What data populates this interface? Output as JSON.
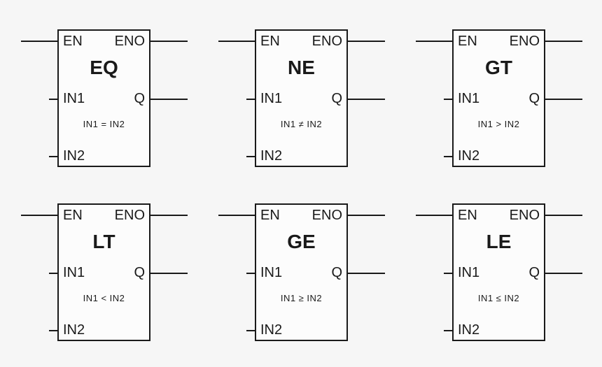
{
  "diagram": {
    "description": "Six IEC 61131-3 comparison function blocks",
    "port_labels": {
      "en": "EN",
      "eno": "ENO",
      "in1": "IN1",
      "q": "Q",
      "in2": "IN2"
    },
    "blocks": [
      {
        "name": "EQ",
        "expression": "IN1 = IN2"
      },
      {
        "name": "NE",
        "expression": "IN1 ≠ IN2"
      },
      {
        "name": "GT",
        "expression": "IN1 > IN2"
      },
      {
        "name": "LT",
        "expression": "IN1 < IN2"
      },
      {
        "name": "GE",
        "expression": "IN1 ≥ IN2"
      },
      {
        "name": "LE",
        "expression": "IN1 ≤ IN2"
      }
    ],
    "colors": {
      "background": "#f6f6f6",
      "block_fill": "#fcfcfc",
      "line": "#1a1a1a",
      "text": "#1a1a1a"
    }
  }
}
